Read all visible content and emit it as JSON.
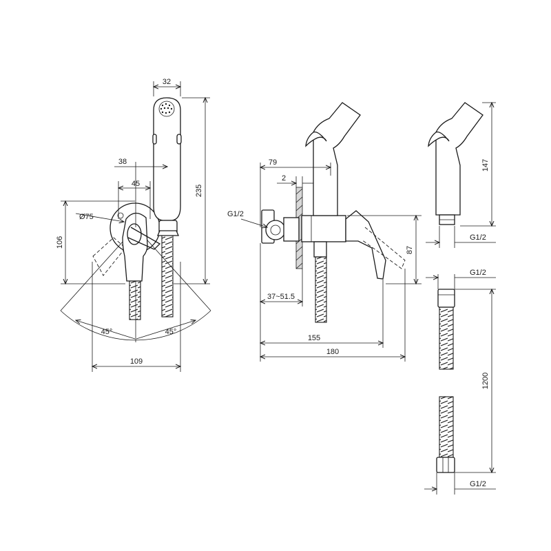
{
  "dimensions": {
    "head_width": "32",
    "holder_offset": "38",
    "body_width": "45",
    "flange_diameter": "Ø75",
    "flange_height": "106",
    "total_height": "235",
    "angle_left": "45°",
    "angle_right": "45°",
    "sweep_width": "109",
    "side_offset": "79",
    "wall_thickness": "2",
    "inlet_thread": "G1/2",
    "height_body": "87",
    "install_depth": "37~51.5",
    "depth_to_lever": "155",
    "depth_total": "180",
    "sprayer_height": "147",
    "sprayer_thread": "G1/2",
    "hose_thread_top": "G1/2",
    "hose_length": "1200",
    "hose_thread_bottom": "G1/2"
  }
}
